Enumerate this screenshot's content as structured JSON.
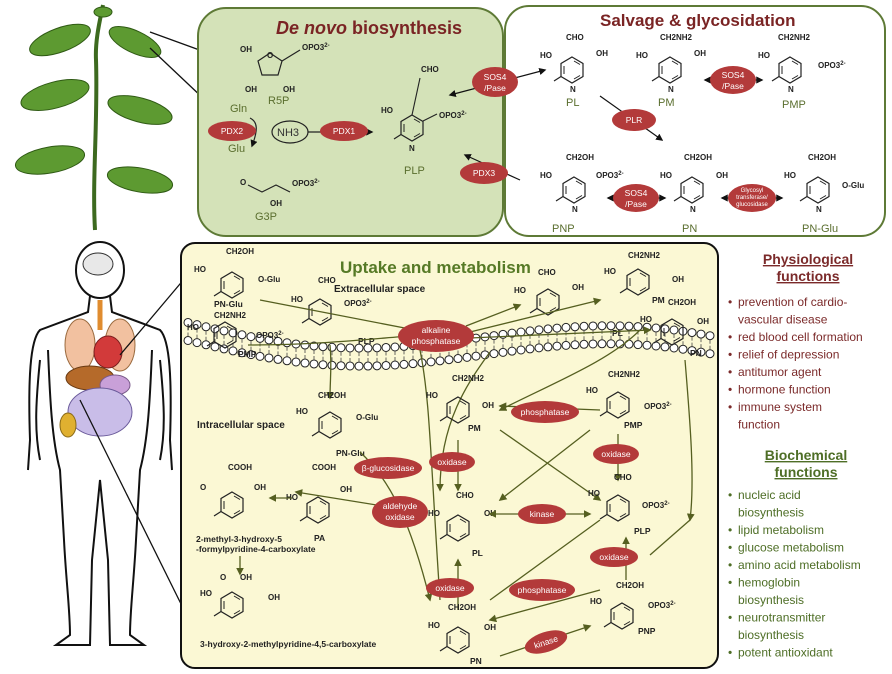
{
  "titles": {
    "denovo_italic": "De novo",
    "denovo_rest": " biosynthesis",
    "salvage": "Salvage & glycosidation",
    "uptake": "Uptake and metabolism"
  },
  "denovo": {
    "r5p": "R5P",
    "gln": "Gln",
    "glu": "Glu",
    "nh3": "NH3",
    "g3p": "G3P",
    "plp": "PLP",
    "pdx2": "PDX2",
    "pdx1": "PDX1",
    "pdx3": "PDX3"
  },
  "salvage": {
    "pl": "PL",
    "pm": "PM",
    "pmp": "PMP",
    "pnp": "PNP",
    "pn": "PN",
    "pnglu": "PN-Glu",
    "sos4_1": "SOS4",
    "pase_1": "/Pase",
    "sos4_2": "SOS4",
    "pase_2": "/Pase",
    "sos4_3": "SOS4",
    "pase_3": "/Pase",
    "plr": "PLR",
    "glyco_1": "Glycosyl",
    "glyco_2": "transferase/",
    "glyco_3": "glucosidase"
  },
  "uptake": {
    "extracellular": "Extracellular space",
    "intracellular": "Intracellular space",
    "pnglu_top": "PN-Glu",
    "pmp_top": "PMP",
    "plp_top": "PLP",
    "pm_top": "PM",
    "pl_top": "PL",
    "pn_top": "PN",
    "pnglu_in": "PN-Glu",
    "pm_in": "PM",
    "pmp_in": "PMP",
    "pl_in": "PL",
    "plp_in": "PLP",
    "pn_in": "PN",
    "pnp_in": "PNP",
    "pa": "PA",
    "fpca_1": "2-methyl-3-hydroxy-5",
    "fpca_2": "-formylpyridine-4-carboxylate",
    "mpdc": "3-hydroxy-2-methylpyridine-4,5-carboxylate",
    "alk_1": "alkaline",
    "alk_2": "phosphatase",
    "phos_1": "phosphatase",
    "phos_2": "phosphatase",
    "ox_pm": "oxidase",
    "ox_pmp": "oxidase",
    "ox_pn": "oxidase",
    "ox_pnp": "oxidase",
    "kinase_1": "kinase",
    "kinase_2": "kinase",
    "bgluc": "β-glucosidase",
    "ald_1": "aldehyde",
    "ald_2": "oxidase"
  },
  "chem": {
    "cho": "CHO",
    "ch2oh": "CH2OH",
    "ch2nh2": "CH2NH2",
    "cooh": "COOH",
    "oh": "OH",
    "ho": "HO",
    "n": "N",
    "opo3": "OPO3",
    "charge": "2-",
    "oglu": "O-Glu",
    "o": "O"
  },
  "physio": {
    "heading_1": "Physiological",
    "heading_2": "functions",
    "items": [
      "prevention of cardio-",
      "vascular disease",
      "red blood cell formation",
      "relief of depression",
      "antitumor agent",
      "hormone function",
      "immune system",
      "function"
    ]
  },
  "biochem": {
    "heading_1": "Biochemical",
    "heading_2": "functions",
    "items": [
      "nucleic acid",
      "biosynthesis",
      "lipid metabolism",
      "glucose metabolism",
      "amino acid metabolism",
      "hemoglobin",
      "biosynthesis",
      "neurotransmitter",
      "biosynthesis",
      "potent antioxidant"
    ]
  },
  "colors": {
    "panel_green": "#d4e2b8",
    "panel_border": "#5e7a36",
    "uptake_bg": "#fbf8d4",
    "enzyme": "#b33a3a",
    "title_red": "#7a2424",
    "uptake_green": "#567a26",
    "physio_red": "#7b2a2a",
    "biochem_green": "#4e6e26"
  }
}
